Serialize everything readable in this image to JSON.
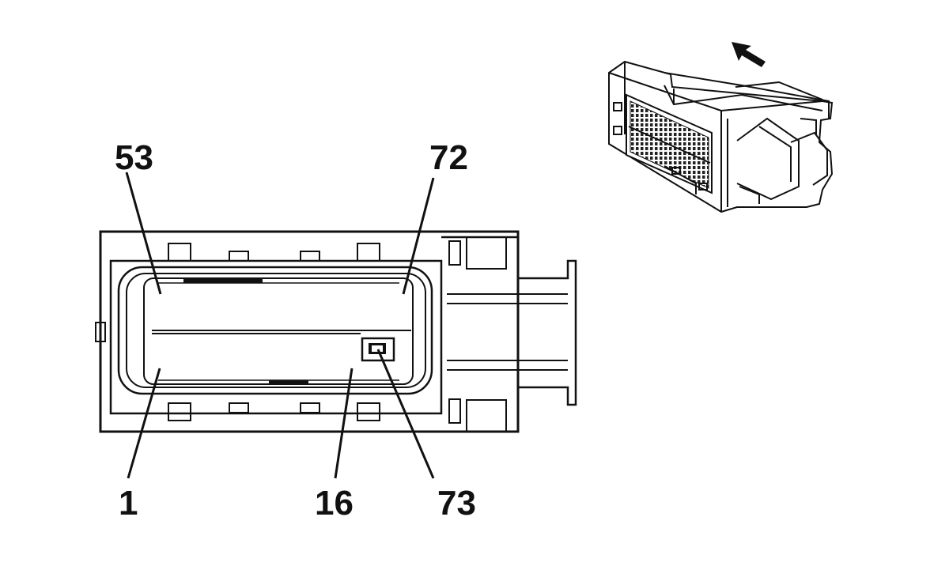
{
  "pin_labels": {
    "p53": "53",
    "p72": "72",
    "p1": "1",
    "p16": "16",
    "p73": "73"
  },
  "colors": {
    "line": "#111111",
    "background": "#ffffff"
  }
}
